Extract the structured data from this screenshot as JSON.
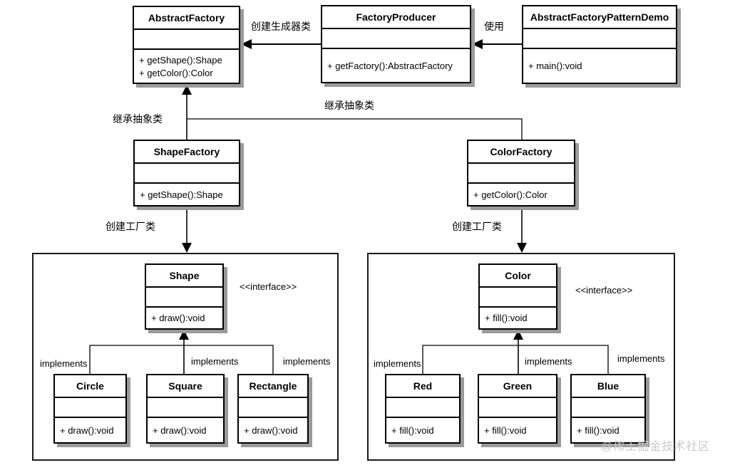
{
  "classes": {
    "abstract_factory": {
      "name": "AbstractFactory",
      "methods": [
        "+ getShape():Shape",
        "+ getColor():Color"
      ]
    },
    "factory_producer": {
      "name": "FactoryProducer",
      "methods": [
        "+ getFactory():AbstractFactory"
      ]
    },
    "demo": {
      "name": "AbstractFactoryPatternDemo",
      "methods": [
        "+ main():void"
      ]
    },
    "shape_factory": {
      "name": "ShapeFactory",
      "methods": [
        "+ getShape():Shape"
      ]
    },
    "color_factory": {
      "name": "ColorFactory",
      "methods": [
        "+ getColor():Color"
      ]
    },
    "shape": {
      "name": "Shape",
      "methods": [
        "+ draw():void"
      ]
    },
    "color": {
      "name": "Color",
      "methods": [
        "+ fill():void"
      ]
    },
    "circle": {
      "name": "Circle",
      "methods": [
        "+ draw():void"
      ]
    },
    "square": {
      "name": "Square",
      "methods": [
        "+ draw():void"
      ]
    },
    "rectangle": {
      "name": "Rectangle",
      "methods": [
        "+ draw():void"
      ]
    },
    "red": {
      "name": "Red",
      "methods": [
        "+ fill():void"
      ]
    },
    "green": {
      "name": "Green",
      "methods": [
        "+ fill():void"
      ]
    },
    "blue": {
      "name": "Blue",
      "methods": [
        "+ fill():void"
      ]
    }
  },
  "edge_labels": {
    "create_producer": "创建生成器类",
    "use": "使用",
    "inherit_abstract_left": "继承抽象类",
    "inherit_abstract_right": "继承抽象类",
    "create_factory_left": "创建工厂类",
    "create_factory_right": "创建工厂类",
    "implements": "implements",
    "interface_stereotype": "<<interface>>"
  },
  "watermark": "@稀土掘金技术社区",
  "colors": {
    "line": "#000000",
    "box_border": "#000000",
    "shadow": "#9a9a9a",
    "watermark_text": "#c9c9c9",
    "background": "#ffffff"
  }
}
